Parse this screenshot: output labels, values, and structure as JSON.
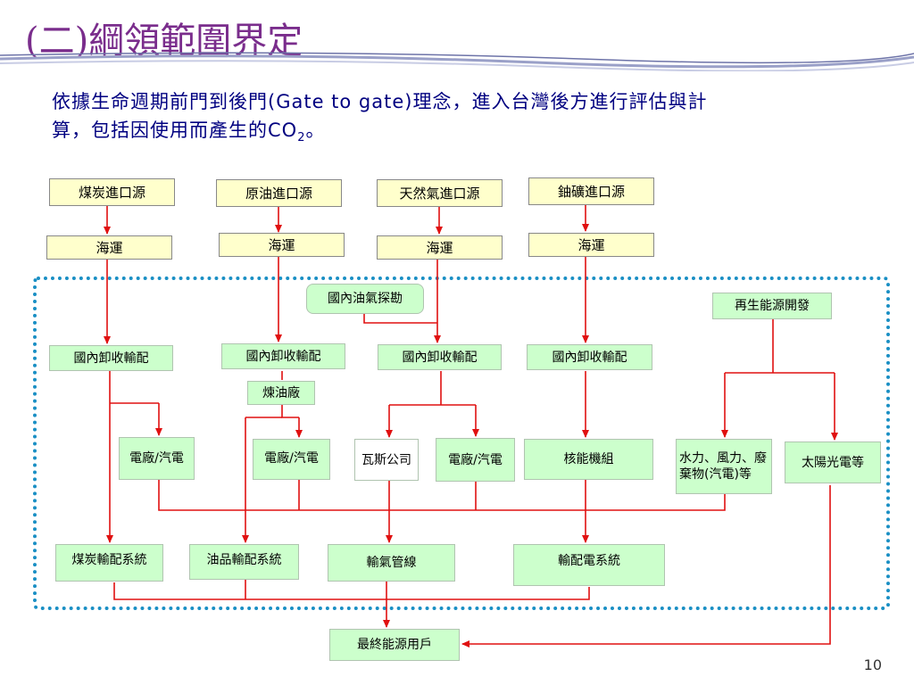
{
  "title": "(二)綱領範圍界定",
  "body": {
    "line1": "依據生命週期前門到後門(Gate to gate)理念，進入台灣後方進行評估與計",
    "line2_prefix": "算，包括因使用而產生的CO",
    "line2_sub": "2",
    "line2_suffix": "。"
  },
  "sources": {
    "coal": "煤炭進口源",
    "oil": "原油進口源",
    "gas": "天然氣進口源",
    "uranium": "鈾礦進口源"
  },
  "shipping": "海運",
  "domestic_exploration": "國內油氣探勘",
  "renewable_dev": "再生能源開發",
  "unloading": "國內卸收輸配",
  "refinery": "煉油廠",
  "power_plant": "電廠/汽電",
  "gas_company": "瓦斯公司",
  "nuclear": "核能機組",
  "hydro": "水力、風力、廢棄物(汽電)等",
  "solar": "太陽光電等",
  "coal_dist": "煤炭輸配系統",
  "oil_dist": "油品輸配系統",
  "gas_pipe": "輸氣管線",
  "grid": "輸配電系統",
  "end_user": "最終能源用戶",
  "page_number": "10",
  "colors": {
    "title": "#7a2d8c",
    "body_text": "#000080",
    "flow_line": "#e01010",
    "frame": "#1a8fc4"
  }
}
